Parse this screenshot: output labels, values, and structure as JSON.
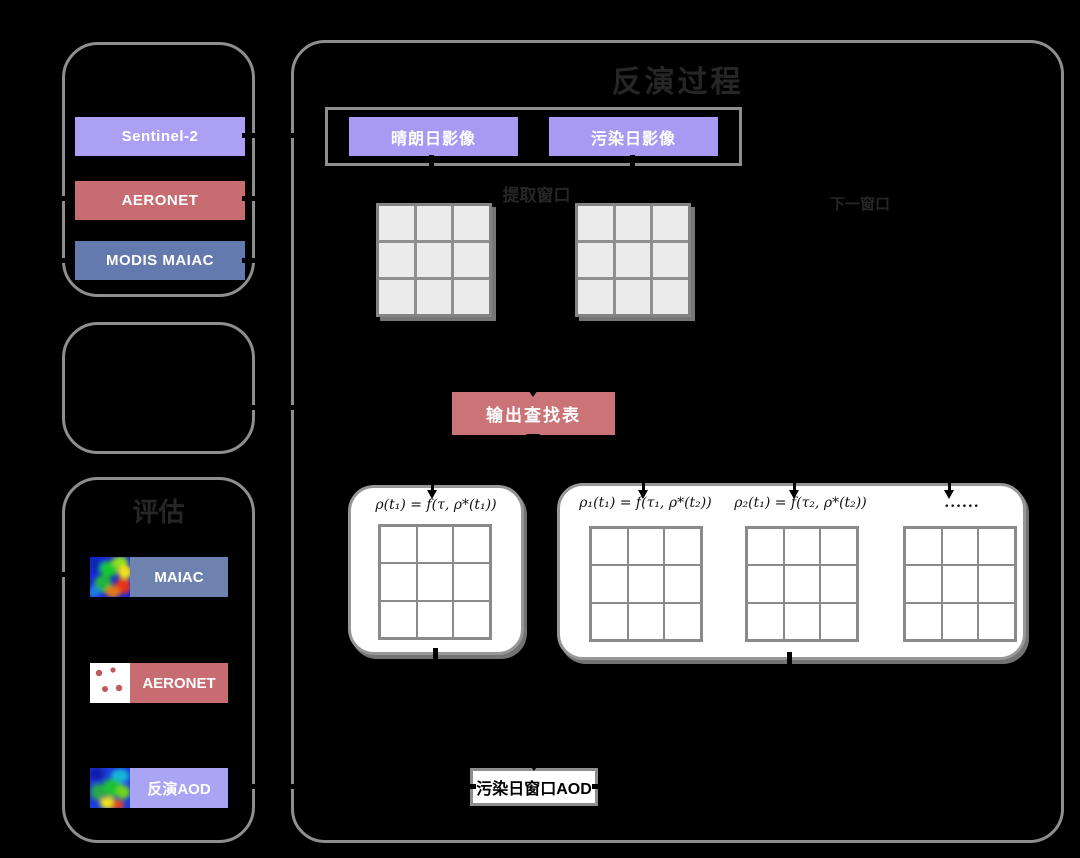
{
  "left_panel": {
    "data_sources": {
      "items": [
        {
          "label": "Sentinel-2"
        },
        {
          "label": "AERONET"
        },
        {
          "label": "MODIS MAIAC"
        }
      ]
    },
    "evaluation": {
      "title": "评估",
      "items": [
        {
          "label": "MAIAC",
          "thumb": "aod-map"
        },
        {
          "label": "AERONET",
          "thumb": "station-dots"
        },
        {
          "label": "反演AOD",
          "thumb": "aod-map"
        }
      ]
    }
  },
  "main_panel": {
    "title": "反演过程",
    "input_images": {
      "clear": "晴朗日影像",
      "polluted": "污染日影像"
    },
    "extract_window_label": "提取窗口",
    "next_window_label": "下一窗口",
    "lookup_button": "输出查找表",
    "formulas": {
      "clear_day": "ρ(t₁) = f(τ, ρ*(t₁))",
      "polluted_1": "ρ₁(t₁) = f(τ₁, ρ*(t₂))",
      "polluted_2": "ρ₂(t₁) = f(τ₂, ρ*(t₂))",
      "ellipsis": "......"
    },
    "output_label": "污染日窗口AOD"
  },
  "colors": {
    "background": "#000000",
    "panel_border": "#8e8e8e",
    "title_text": "#262626",
    "purple_box": "#a89af2",
    "sentinel_purple": "#aca0f4",
    "aeronet_red": "#c76d72",
    "modis_blue": "#6479ad",
    "eval_maiac_blue": "#6d82af",
    "eval_aod_purple": "#aaa4f4",
    "lookup_button_red": "#ca7478",
    "grid_cell_gray": "#ebebeb"
  }
}
